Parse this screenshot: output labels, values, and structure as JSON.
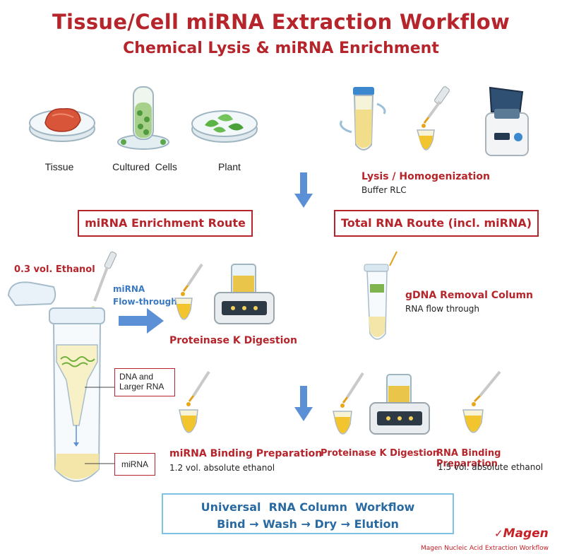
{
  "header": {
    "title": "Tissue/Cell miRNA Extraction Workflow",
    "subtitle": "Chemical Lysis & miRNA Enrichment"
  },
  "samples": [
    {
      "label": "Tissue",
      "icon": "tissue-dish-icon"
    },
    {
      "label": "Cultured  Cells",
      "icon": "cell-culture-icon"
    },
    {
      "label": "Plant",
      "icon": "plant-dish-icon"
    }
  ],
  "lysis": {
    "title": "Lysis / Homogenization",
    "buffer": "Buffer RLC"
  },
  "routes": {
    "enrichment": "miRNA Enrichment Route",
    "total": "Total RNA Route (incl. miRNA)"
  },
  "enrichment": {
    "ethanol": "0.3 vol. Ethanol",
    "flow_line1": "miRNA",
    "flow_line2": "Flow-through",
    "proteinase": "Proteinase K Digestion",
    "dna_note_line1": "DNA and",
    "dna_note_line2": "Larger RNA",
    "mirna_note": "miRNA",
    "binding_title": "miRNA Binding Preparation",
    "binding_sub": "1.2 vol. absolute ethanol"
  },
  "total": {
    "gdna_title": "gDNA Removal Column",
    "gdna_sub": "RNA flow through",
    "proteinase": "Proteinase K Digestion",
    "binding_title": "RNA Binding Preparation",
    "binding_sub": "1.5 vol. absolute ethanol"
  },
  "universal": {
    "line1": "Universal  RNA Column  Workflow",
    "line2": "Bind → Wash → Dry → Elution"
  },
  "brand": {
    "name": "Magen",
    "tagline": "Magen Nucleic Acid Extraction Workflow"
  },
  "colors": {
    "accent_red": "#b5252b",
    "arrow_blue": "#5b8fd6",
    "box_blue": "#7ec2e6"
  }
}
